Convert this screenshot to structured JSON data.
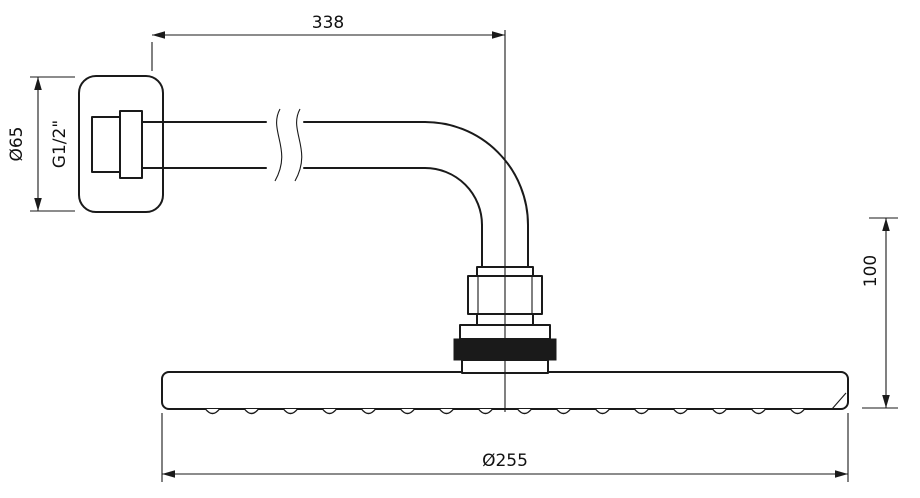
{
  "drawing": {
    "background": "#ffffff",
    "line_color": "#1a1a1a",
    "labels": {
      "arm_length": "338",
      "flange_diameter": "Ø65",
      "thread_size": "G1/2\"",
      "drop_height": "100",
      "head_diameter": "Ø255"
    }
  }
}
